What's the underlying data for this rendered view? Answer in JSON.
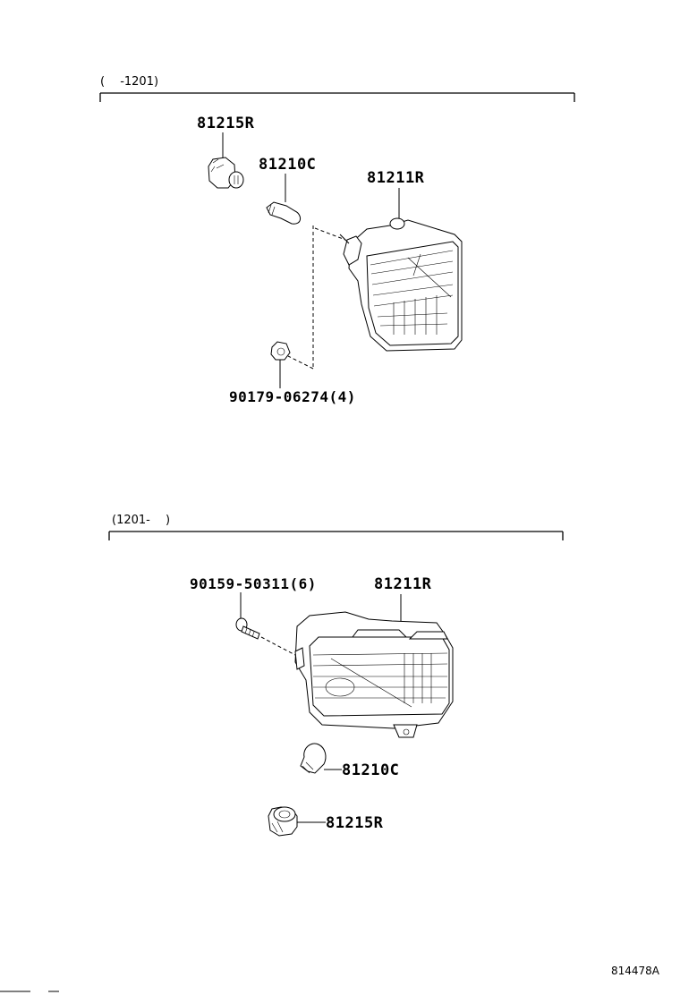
{
  "sections": [
    {
      "range_label": "(　 -1201)",
      "parts": {
        "socket": "81215R",
        "bulb": "81210C",
        "lamp": "81211R",
        "nut": "90179-06274(4)"
      }
    },
    {
      "range_label": "(1201-　 )",
      "parts": {
        "screw": "90159-50311(6)",
        "lamp": "81211R",
        "bulb": "81210C",
        "socket": "81215R"
      }
    }
  ],
  "diagram_id": "814478A"
}
